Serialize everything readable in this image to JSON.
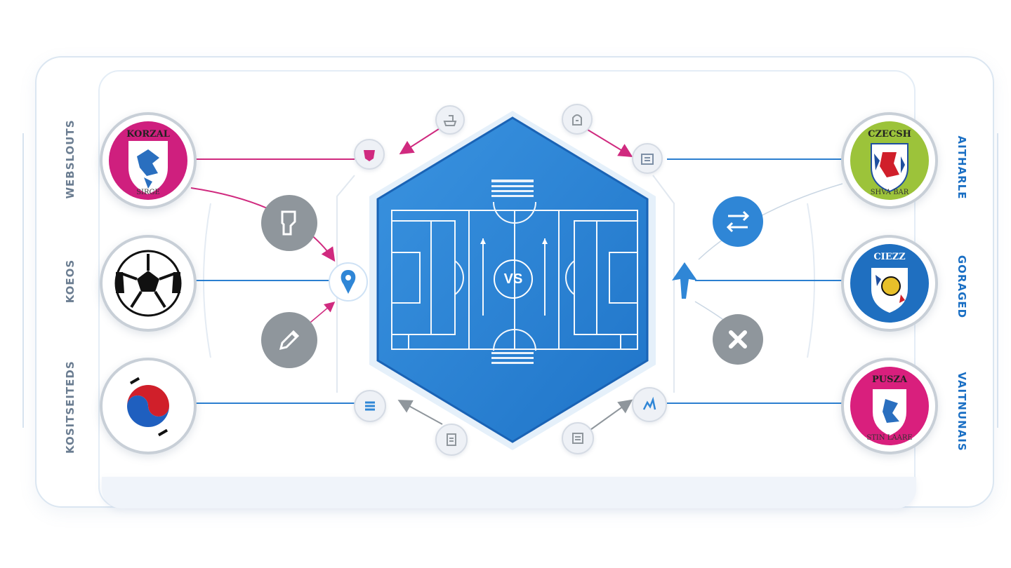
{
  "center": {
    "vs_label": "VS"
  },
  "left_teams": [
    {
      "name": "KORZAL",
      "sub": "SIRGE",
      "side_label": "WEBSLOUTS",
      "ring": "#cf1f7e"
    },
    {
      "name": "",
      "sub": "",
      "side_label": "KOEOS",
      "ring": "#ffffff"
    },
    {
      "name": "",
      "sub": "",
      "side_label": "KOSITSEITEDS",
      "ring": "#ffffff"
    }
  ],
  "right_teams": [
    {
      "name": "CZECSH",
      "sub": "SHVA BAR",
      "side_label": "AITHARLE",
      "ring": "#9cc33a"
    },
    {
      "name": "CIEZZ",
      "sub": "",
      "side_label": "GORAGED",
      "ring": "#1f6fc0"
    },
    {
      "name": "PUSZA",
      "sub": "STIN LAARE",
      "side_label": "VAITNUNAIS",
      "ring": "#d91f7d"
    }
  ],
  "colors": {
    "pitch_blue": "#2c84d6",
    "pitch_border": "#1a63b5",
    "magenta": "#d02a7f",
    "link_blue": "#2b7fd0",
    "node_grey": "#8f969c"
  },
  "icons": {
    "left_nodes": [
      "document-icon",
      "location-pin-icon",
      "edit-icon"
    ],
    "right_nodes": [
      "arrows-icon",
      "arrow-up-icon",
      "close-icon"
    ],
    "small_nodes": [
      "lion-crest-icon",
      "cart-icon",
      "building-icon",
      "calendar-icon",
      "list-icon",
      "receipt-icon",
      "scan-icon",
      "message-icon"
    ]
  }
}
